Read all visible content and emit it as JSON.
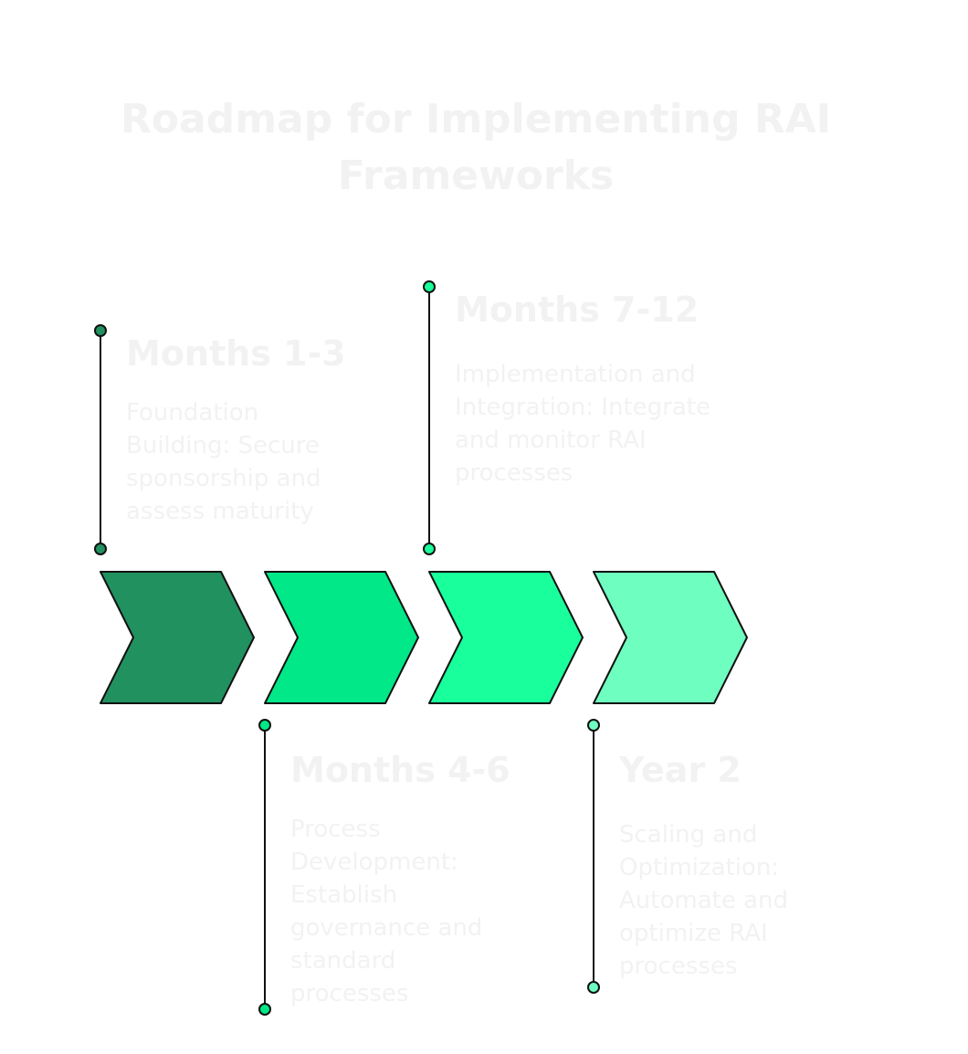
{
  "title": "Roadmap for Implementing RAI Frameworks",
  "colors": {
    "phase1": "#21915f",
    "phase2": "#00e887",
    "phase3": "#19ff9b",
    "phase4": "#6effc0",
    "stroke": "#111111",
    "text": "#f2f2f2"
  },
  "phases": [
    {
      "heading": "Months 1-3",
      "description": "Foundation Building: Secure sponsorship and assess maturity"
    },
    {
      "heading": "Months 4-6",
      "description": "Process Development: Establish governance and standard processes"
    },
    {
      "heading": "Months 7-12",
      "description": "Implementation and Integration: Integrate and monitor RAI processes"
    },
    {
      "heading": "Year 2",
      "description": "Scaling and Optimization: Automate and optimize RAI processes"
    }
  ]
}
